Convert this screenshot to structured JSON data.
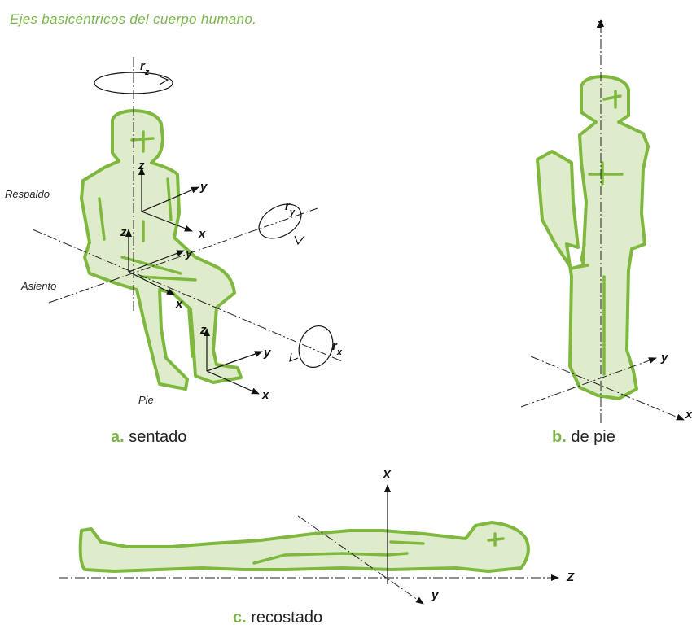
{
  "title": "Ejes basicéntricos del cuerpo humano.",
  "captions": {
    "a": {
      "letter": "a.",
      "text": "sentado"
    },
    "b": {
      "letter": "b.",
      "text": "de pie"
    },
    "c": {
      "letter": "c.",
      "text": "recostado"
    }
  },
  "labels": {
    "respaldo": "Respaldo",
    "asiento": "Asiento",
    "pie": "Pie"
  },
  "axes": {
    "z": "z",
    "y": "y",
    "x": "x",
    "X": "X",
    "Z": "Z",
    "rz_r": "r",
    "rz_sub": "z",
    "ry_r": "r",
    "ry_sub": "y",
    "rx_r": "r",
    "rx_sub": "x"
  },
  "colors": {
    "accent": "#7ab648",
    "body_stroke": "#7fb83f",
    "body_fill": "#dfeccb"
  }
}
